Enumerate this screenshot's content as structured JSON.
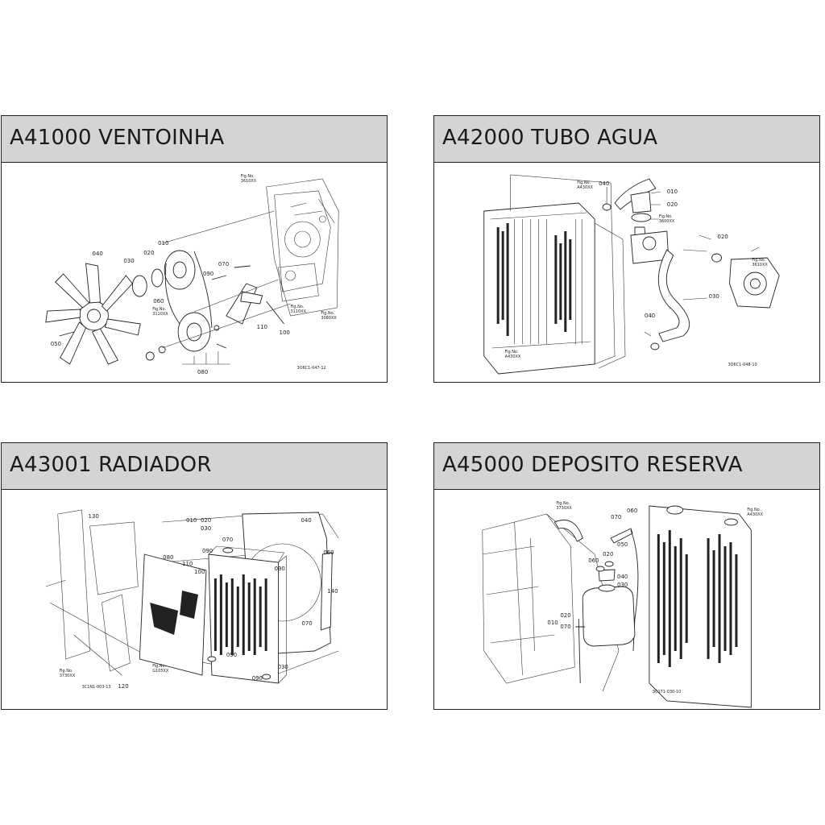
{
  "cards": [
    {
      "title": "A41000 VENTOINHA",
      "parts": [
        "010",
        "020",
        "030",
        "040",
        "050",
        "060",
        "070",
        "080",
        "090",
        "100",
        "110"
      ],
      "figs": [
        "Fig.No.\n3610XX",
        "Fig.No.\n3110XX",
        "Fig.No.\n3110XX",
        "Fig.No.\n3080XX"
      ],
      "code": "3O6C1-047-12"
    },
    {
      "title": "A42000 TUBO AGUA",
      "parts": [
        "010",
        "020",
        "020",
        "030",
        "040",
        "040"
      ],
      "figs": [
        "Fig.No.\nA430XX",
        "Fig.No.\n3600XX",
        "Fig.No.\n3610XX",
        "Fig.No.\nA430XX"
      ],
      "code": "3O6C1-048-10"
    },
    {
      "title": "A43001 RADIADOR",
      "parts": [
        "130",
        "010",
        "020",
        "030",
        "040",
        "060",
        "070",
        "080",
        "090",
        "100",
        "110",
        "120",
        "140",
        "090",
        "070",
        "030",
        "090",
        "090"
      ],
      "figs": [
        "Fig.No.\n3730XX",
        "Fig.No.\nG105XX"
      ],
      "code": "3C1N1-003-13"
    },
    {
      "title": "A45000 DEPOSITO RESERVA",
      "parts": [
        "060",
        "070",
        "060",
        "050",
        "020",
        "040",
        "030",
        "010",
        "020",
        "070"
      ],
      "figs": [
        "Fig.No.\n3730XX",
        "Fig.No.\nA430XX"
      ],
      "code": "3C171-030-10"
    }
  ]
}
